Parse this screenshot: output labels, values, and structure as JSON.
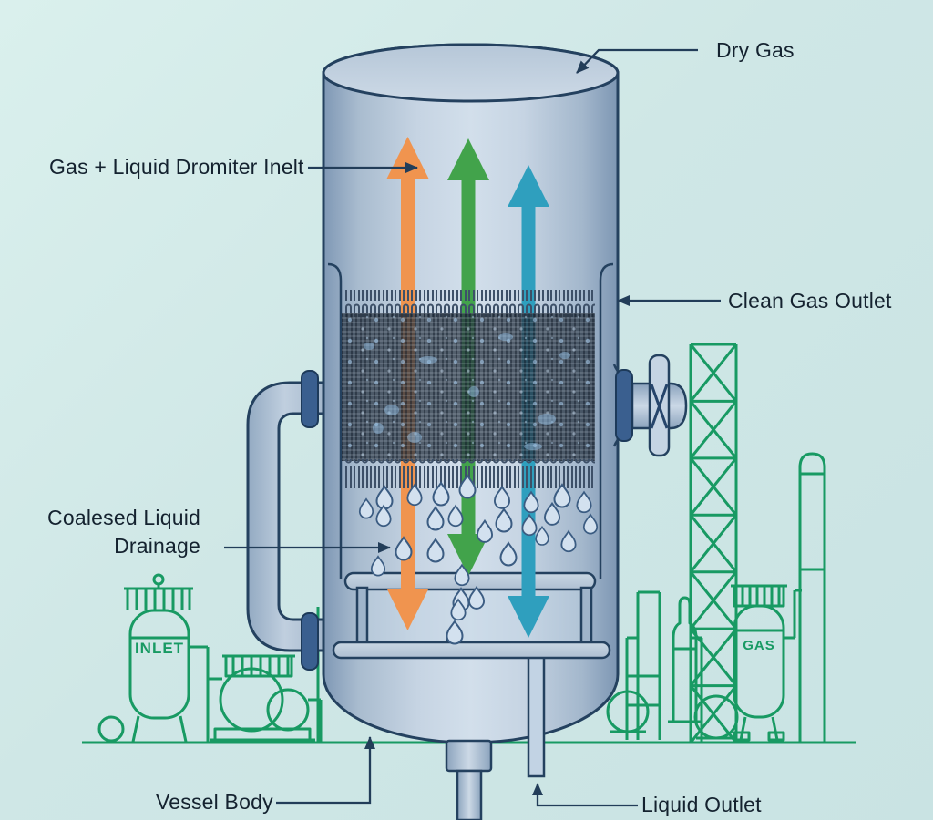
{
  "figure": {
    "type": "technical-illustration",
    "subject": "Gas-liquid demister separator vessel diagram"
  },
  "labels": {
    "dry_gas": "Dry Gas",
    "gas_liquid_inlet": "Gas + Liquid Dromiter Inelt",
    "clean_gas_outlet": "Clean Gas Outlet",
    "coalesced_drainage_line1": "Coalesed Liquid",
    "coalesced_drainage_line2": "Drainage",
    "vessel_body": "Vessel Body",
    "liquid_outlet": "Liquid Outlet"
  },
  "background_equipment": {
    "inlet_tank_label": "INLET",
    "gas_tank_label": "GAS"
  },
  "colors": {
    "background": "#cfe7e6",
    "outline": "#24415f",
    "leader": "#223d59",
    "label_text": "#14222f",
    "green_lineart": "#189a63",
    "arrow_orange": "#f0944f",
    "arrow_green": "#42a34b",
    "arrow_teal": "#2f9fbe",
    "flange_blue": "#3a5f8f",
    "droplet_fill": "#d3e1ef",
    "droplet_stroke": "#3b5c82",
    "mesh_dark": "#2b3a4c"
  }
}
